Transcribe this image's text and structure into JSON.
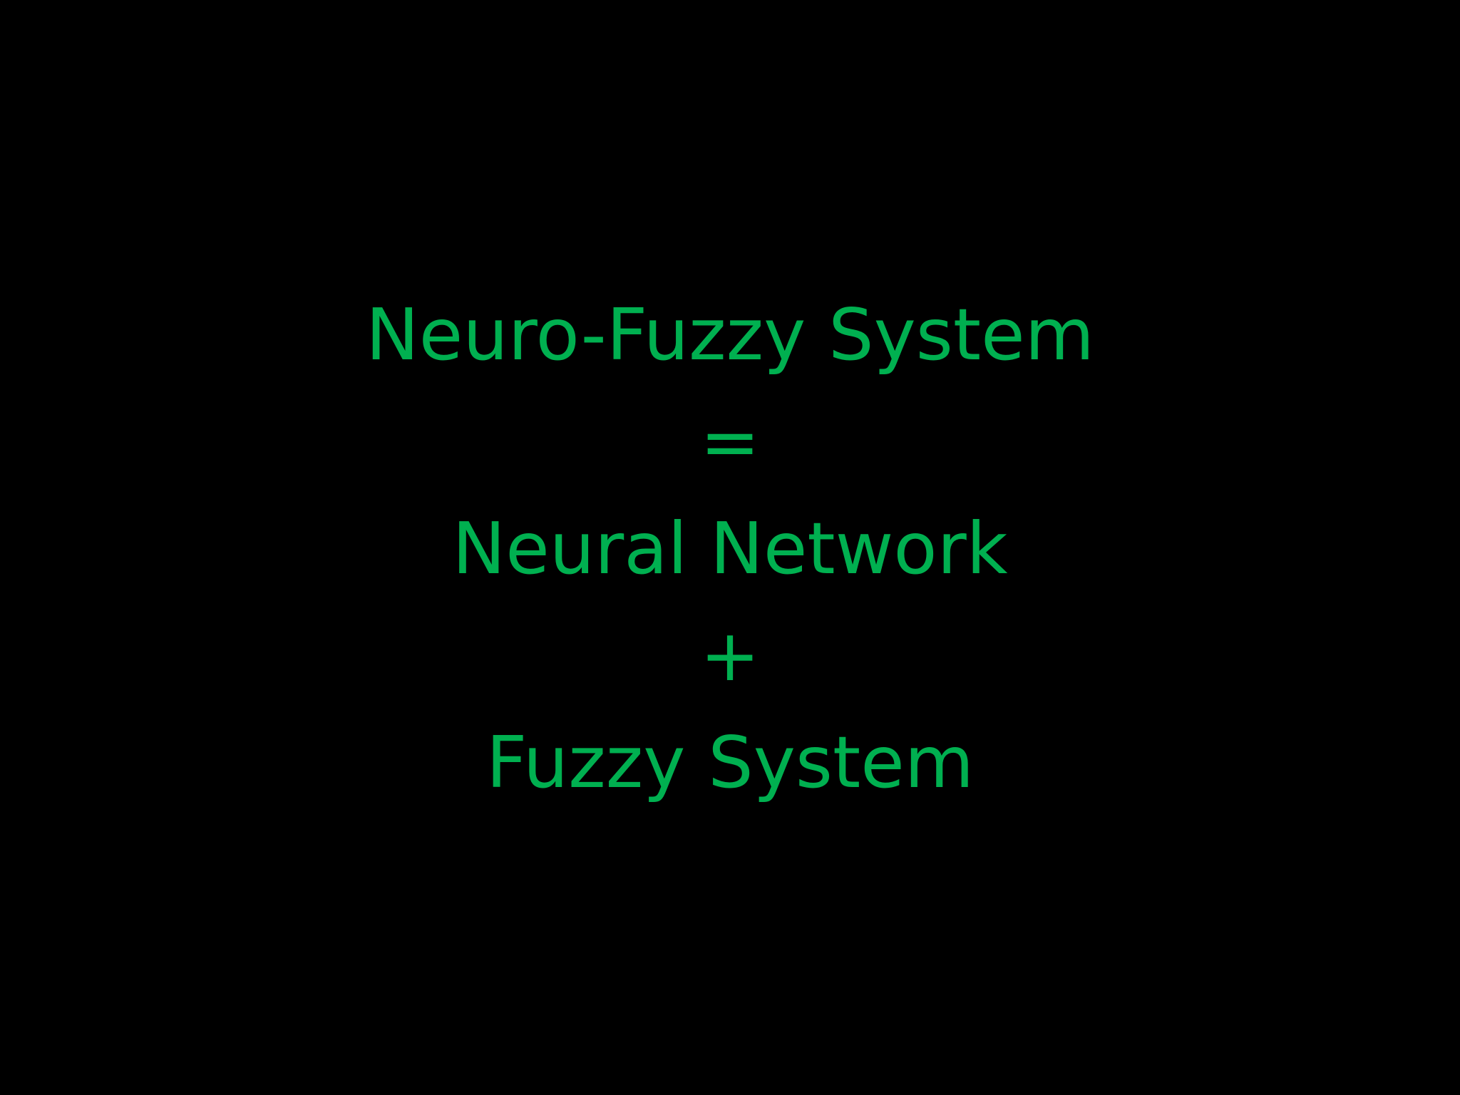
{
  "slide": {
    "lines": [
      "Neuro-Fuzzy System",
      "=",
      "Neural Network",
      "+",
      "Fuzzy System"
    ]
  },
  "colors": {
    "background": "#000000",
    "text": "#00b050"
  }
}
